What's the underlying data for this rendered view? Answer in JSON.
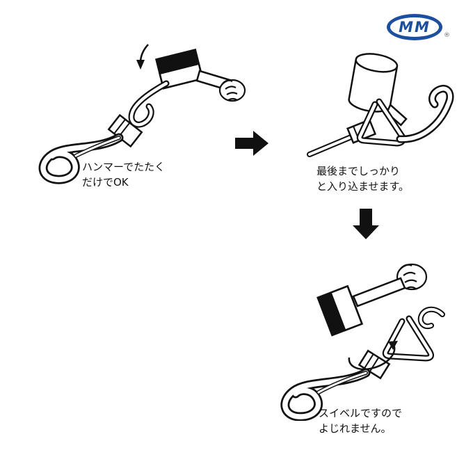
{
  "logo": {
    "text": "MM",
    "registered_mark": "®",
    "brand_color": "#1d4f9f"
  },
  "steps": {
    "step1": {
      "caption_line1": "ハンマーでたたく",
      "caption_line2": "だけでOK",
      "illustration": "hammer-tapping-snap-hook"
    },
    "step2": {
      "caption_line1": "最後までしっかり",
      "caption_line2": "と入り込ませます。",
      "illustration": "mallet-seating-triangle-eye"
    },
    "step3": {
      "caption_line1": "スイベルですので",
      "caption_line2": "よじれません。",
      "illustration": "assembled-swivel-hook-rotating"
    }
  },
  "arrows": {
    "between_step1_step2": "right",
    "between_step2_step3": "down"
  }
}
